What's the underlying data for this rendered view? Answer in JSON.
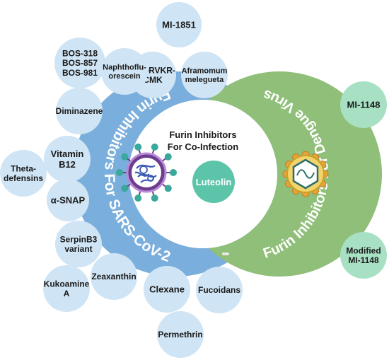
{
  "center": {
    "title_line1": "Furin Inhibitors",
    "title_line2": "For Co-Infection",
    "shared_compound": "Luteolin"
  },
  "sars_panel": {
    "label": "Furin Inhibitors For SARS-CoV-2",
    "color": "#7aaedc",
    "bubble_color": "#cfe4f4",
    "icon": "coronavirus-icon",
    "compounds": [
      {
        "id": "mi-1851",
        "lines": [
          "MI-1851"
        ]
      },
      {
        "id": "dec-rvkr-cmk",
        "lines": [
          "Dec-RVKR-",
          "CMK"
        ]
      },
      {
        "id": "aframomum-melegueta",
        "lines": [
          "Aframomum",
          "melegueta"
        ]
      },
      {
        "id": "bos",
        "lines": [
          "BOS-318",
          "BOS-857",
          "BOS-981"
        ]
      },
      {
        "id": "naphthofluorescein",
        "lines": [
          "Naphthoflu-",
          "orescein"
        ]
      },
      {
        "id": "diminazene",
        "lines": [
          "Diminazene"
        ]
      },
      {
        "id": "vitamin-b12",
        "lines": [
          "Vitamin",
          "B12"
        ]
      },
      {
        "id": "theta-defensins",
        "lines": [
          "Theta-",
          "defensins"
        ]
      },
      {
        "id": "alpha-snap",
        "lines": [
          "α-SNAP"
        ]
      },
      {
        "id": "serpinb3-variant",
        "lines": [
          "SerpinB3",
          "variant"
        ]
      },
      {
        "id": "zeaxanthin",
        "lines": [
          "Zeaxanthin"
        ]
      },
      {
        "id": "kukoamine-a",
        "lines": [
          "Kukoamine",
          "A"
        ]
      },
      {
        "id": "clexane",
        "lines": [
          "Clexane"
        ]
      },
      {
        "id": "fucoidans",
        "lines": [
          "Fucoidans"
        ]
      },
      {
        "id": "permethrin",
        "lines": [
          "Permethrin"
        ]
      }
    ]
  },
  "dengue_panel": {
    "label": "Furin Inhibitors For Dengue Virus",
    "color": "#8fbf78",
    "bubble_color": "#a8e0c4",
    "icon": "dengue-virus-icon",
    "compounds": [
      {
        "id": "mi-1148",
        "lines": [
          "MI-1148"
        ]
      },
      {
        "id": "modified-mi-1148",
        "lines": [
          "Modified",
          "MI-1148"
        ]
      }
    ]
  },
  "luteolin_color": "#5cc4a8"
}
